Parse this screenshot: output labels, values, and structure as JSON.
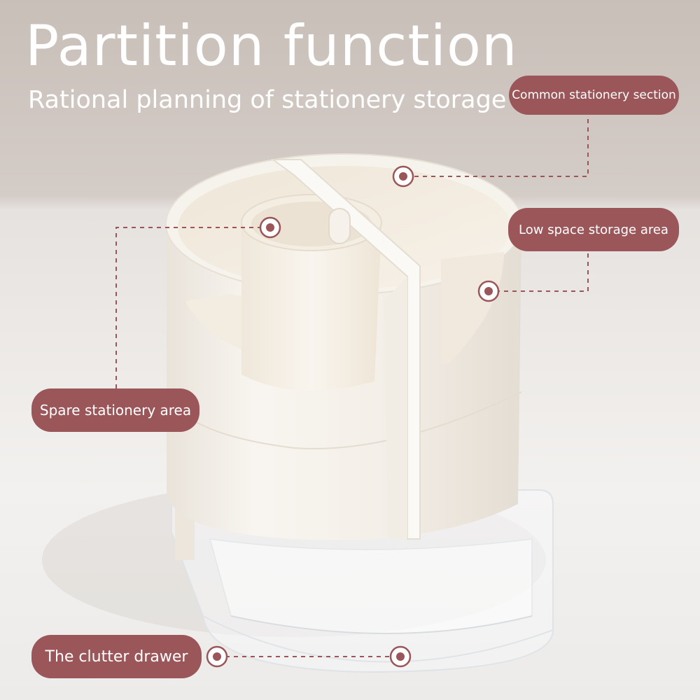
{
  "header": {
    "title": "Partition function",
    "subtitle": "Rational planning of stationery storage"
  },
  "callouts": {
    "common": "Common stationery section",
    "low": "Low space storage area",
    "spare": "Spare stationery area",
    "drawer": "The clutter drawer"
  },
  "colors": {
    "accent": "#9b5659",
    "product": "#f5f0e9"
  }
}
